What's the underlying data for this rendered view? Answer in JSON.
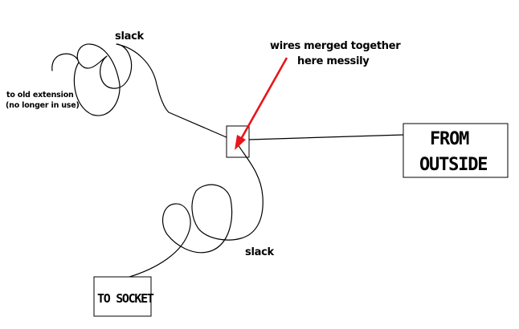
{
  "labels": {
    "slack_top": "slack",
    "slack_bottom": "slack",
    "merged_line1": "wires merged together",
    "merged_line2": "here messily",
    "old_ext_line1": "to old extension",
    "old_ext_line2": "(no longer in use)",
    "from_outside_line1": "FROM",
    "from_outside_line2": "OUTSIDE",
    "to_socket": "TO SOCKET"
  },
  "colors": {
    "arrow": "#e8151b",
    "lines": "#000000",
    "background": "#ffffff"
  }
}
